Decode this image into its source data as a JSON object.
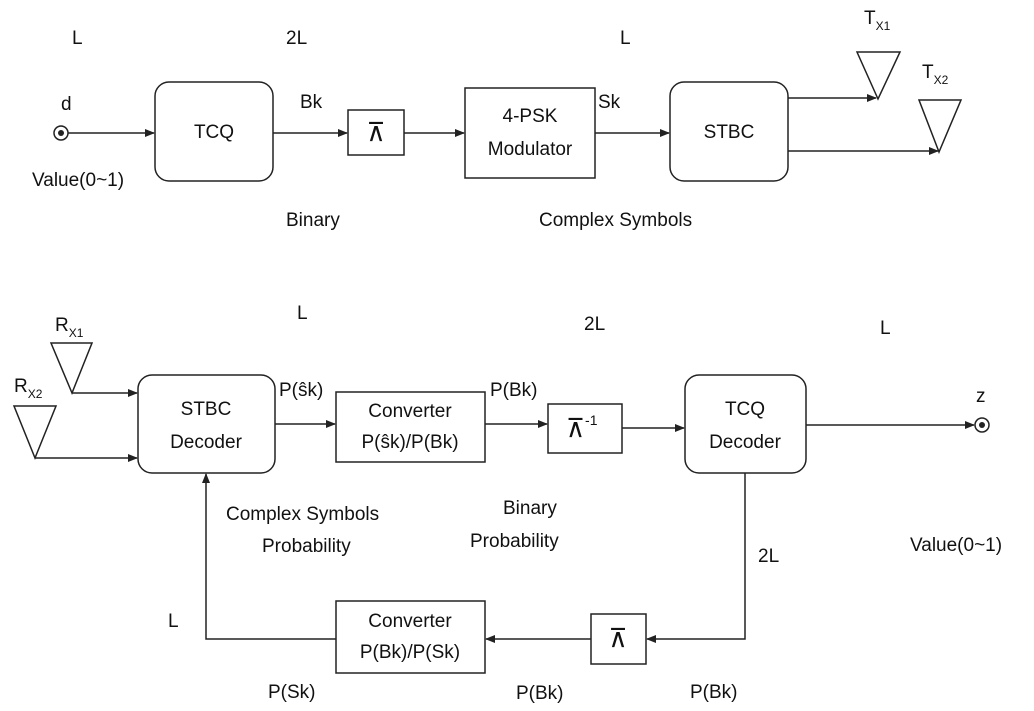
{
  "transmitter": {
    "length_labels": {
      "in": "L",
      "mid": "2L",
      "out": "L"
    },
    "source": {
      "name": "d",
      "range": "Value(0~1)"
    },
    "tcq": "TCQ",
    "bk": "Bk",
    "interleaver_symbol": "⊼",
    "modulator": {
      "line1": "4-PSK",
      "line2": "Modulator"
    },
    "sk": "Sk",
    "stbc": "STBC",
    "annotations": {
      "binary": "Binary",
      "complex": "Complex Symbols"
    },
    "antennas": [
      {
        "main": "T",
        "sub": "X1"
      },
      {
        "main": "T",
        "sub": "X2"
      }
    ]
  },
  "receiver": {
    "length_labels": {
      "left": "L",
      "mid": "2L",
      "right": "L",
      "feedback_right": "2L",
      "feedback_left": "L"
    },
    "antennas": [
      {
        "main": "R",
        "sub": "X1"
      },
      {
        "main": "R",
        "sub": "X2"
      }
    ],
    "stbc_decoder": {
      "line1": "STBC",
      "line2": "Decoder"
    },
    "p_shat_k": "P(ŝk)",
    "converter_top": {
      "line1": "Converter",
      "line2": "P(ŝk)/P(Bk)"
    },
    "p_bk_top": "P(Bk)",
    "deinterleaver": {
      "symbol": "⊼",
      "exponent": "-1"
    },
    "tcq_decoder": {
      "line1": "TCQ",
      "line2": "Decoder"
    },
    "output": {
      "name": "z",
      "range": "Value(0~1)"
    },
    "annotations": {
      "complex_line1": "Complex Symbols",
      "complex_line2": "Probability",
      "binary_line1": "Binary",
      "binary_line2": "Probability"
    },
    "feedback": {
      "interleaver_symbol": "⊼",
      "converter": {
        "line1": "Converter",
        "line2": "P(Bk)/P(Sk)"
      },
      "p_bk_right": "P(Bk)",
      "p_bk_mid": "P(Bk)",
      "p_sk": "P(Sk)"
    }
  }
}
